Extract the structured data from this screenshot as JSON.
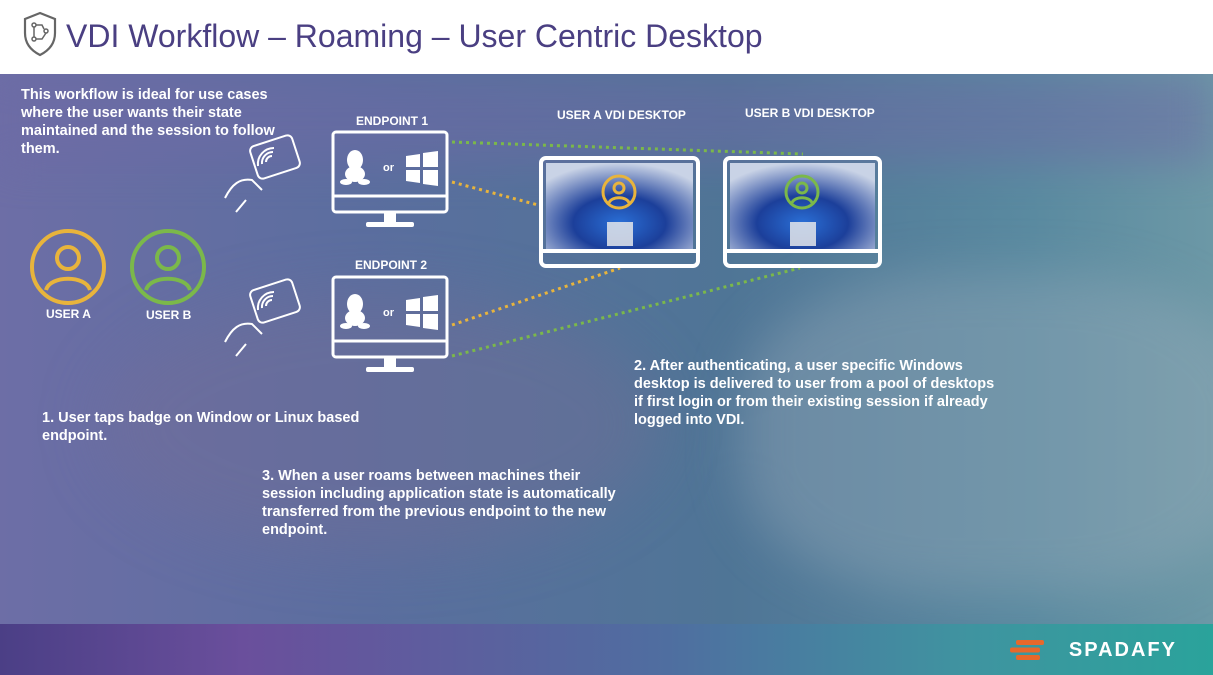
{
  "header": {
    "title": "VDI Workflow – Roaming – User Centric Desktop"
  },
  "intro_text": "This workflow is ideal for use cases where the user wants their state maintained and the session to follow them.",
  "users": {
    "user_a": "USER A",
    "user_b": "USER B"
  },
  "endpoints": {
    "endpoint_1": "ENDPOINT 1",
    "endpoint_2": "ENDPOINT 2",
    "or_label": "or"
  },
  "desktops": {
    "user_a_desktop": "USER A VDI DESKTOP",
    "user_b_desktop": "USER B VDI DESKTOP"
  },
  "steps": {
    "step1": "1. User taps badge on Window or Linux based endpoint.",
    "step2": "2. After authenticating, a user specific Windows desktop is delivered to user from a pool of desktops if first login or from their existing session if already logged into VDI.",
    "step3": "3. When a user roams between machines their session  including application state is automatically transferred from the previous endpoint to the new endpoint."
  },
  "footer": {
    "brand": "SPADAFY"
  },
  "colors": {
    "title": "#4a3f82",
    "user_a": "#e8b43c",
    "user_b": "#7bb84a",
    "brand_accent": "#e8682a"
  }
}
